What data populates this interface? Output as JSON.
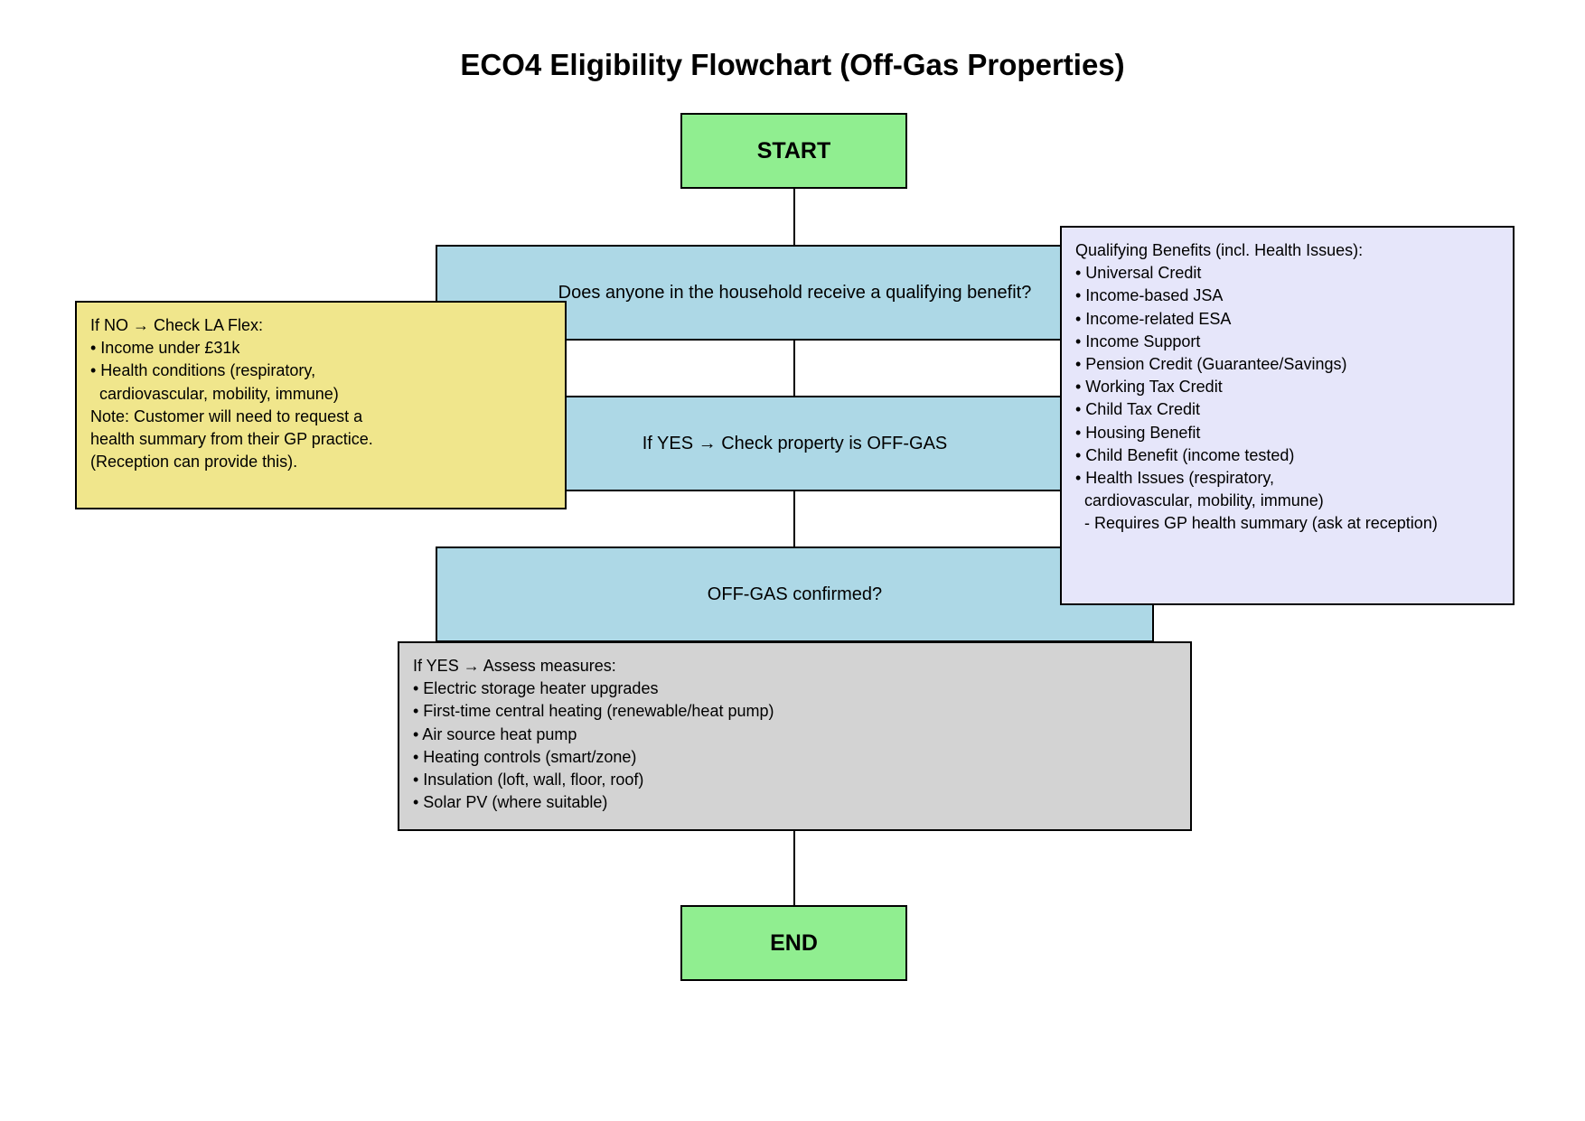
{
  "title": "ECO4 Eligibility Flowchart (Off-Gas Properties)",
  "nodes": {
    "start": "START",
    "q_benefit": "Does anyone in the household receive a qualifying benefit?",
    "check_offgas": "If YES → Check property is OFF-GAS",
    "offgas_confirmed": "OFF-GAS confirmed?",
    "end": "END"
  },
  "notes": {
    "la_flex": {
      "lines": [
        "If NO → Check LA Flex:",
        "• Income under £31k",
        "• Health conditions (respiratory,",
        "  cardiovascular, mobility, immune)",
        "Note: Customer will need to request a",
        "health summary from their GP practice.",
        "(Reception can provide this)."
      ]
    },
    "benefits": {
      "lines": [
        "Qualifying Benefits (incl. Health Issues):",
        "• Universal Credit",
        "• Income-based JSA",
        "• Income-related ESA",
        "• Income Support",
        "• Pension Credit (Guarantee/Savings)",
        "• Working Tax Credit",
        "• Child Tax Credit",
        "• Housing Benefit",
        "• Child Benefit (income tested)",
        "• Health Issues (respiratory,",
        "  cardiovascular, mobility, immune)",
        "  - Requires GP health summary (ask at reception)"
      ]
    },
    "measures": {
      "lines": [
        "If YES → Assess measures:",
        "• Electric storage heater upgrades",
        "• First-time central heating (renewable/heat pump)",
        "• Air source heat pump",
        "• Heating controls (smart/zone)",
        "• Insulation (loft, wall, floor, roof)",
        "• Solar PV (where suitable)"
      ]
    }
  },
  "colors": {
    "terminal": "#90ee90",
    "process": "#add8e6",
    "la_flex_note": "#f0e68c",
    "benefits_note": "#e6e6fa",
    "measures_note": "#d3d3d3",
    "border": "#000000"
  }
}
